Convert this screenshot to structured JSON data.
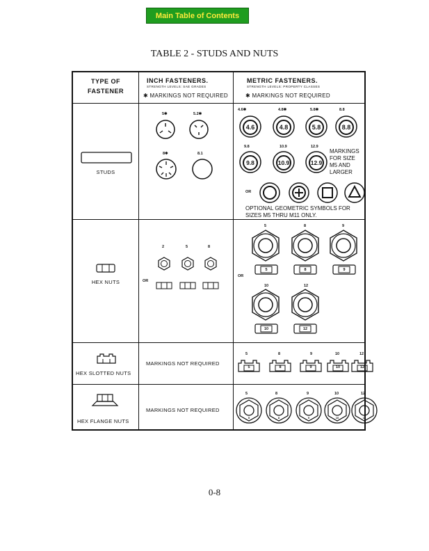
{
  "nav": {
    "toc_label": "Main Table of Contents"
  },
  "page": {
    "title": "TABLE 2 - STUDS AND NUTS",
    "number": "0-8"
  },
  "header": {
    "type_line1": "TYPE   OF",
    "type_line2": "FASTENER",
    "inch_title": "INCH FASTENERS.",
    "inch_sub": "STRENGTH LEVELS: SAE GRADES",
    "inch_note": "✱ MARKINGS NOT REQUIRED",
    "metric_title": "METRIC FASTENERS.",
    "metric_sub": "STRENGTH LEVELS: PROPERTY CLASSES",
    "metric_note": "✱ MARKINGS NOT REQUIRED"
  },
  "studs": {
    "label": "STUDS",
    "inch_grades": [
      "5✱",
      "5.2✱",
      "8✱",
      "8.1"
    ],
    "metric_classes_top": [
      "4.6✱",
      "4.8✱",
      "5.8✱",
      "8.8"
    ],
    "metric_marks_top": [
      "4.6",
      "4.8",
      "5.8",
      "8.8"
    ],
    "metric_classes_bottom": [
      "9.8",
      "10.9",
      "12.9"
    ],
    "metric_marks_bottom": [
      "9.8",
      "10.9",
      "12.9"
    ],
    "size_note": [
      "MARKINGS",
      "FOR SIZE",
      "M5 AND",
      "LARGER"
    ],
    "or_label": "OR",
    "geo_note_1": "OPTIONAL GEOMETRIC SYMBOLS FOR",
    "geo_note_2": "SIZES M5 THRU M11 ONLY."
  },
  "hex_nuts": {
    "label": "HEX NUTS",
    "inch_grades": [
      "2",
      "5",
      "8"
    ],
    "or_inch": "OR",
    "or_metric": "OR",
    "metric_top": [
      "5",
      "8",
      "9"
    ],
    "metric_bottom": [
      "10",
      "12"
    ]
  },
  "slotted": {
    "label": "HEX SLOTTED NUTS",
    "inch_text": "MARKINGS NOT REQUIRED",
    "metric": [
      "5",
      "8",
      "9",
      "10",
      "12"
    ]
  },
  "flange": {
    "label": "HEX FLANGE NUTS",
    "inch_text": "MARKINGS NOT REQUIRED",
    "metric": [
      "5",
      "8",
      "9",
      "10",
      "12"
    ]
  }
}
